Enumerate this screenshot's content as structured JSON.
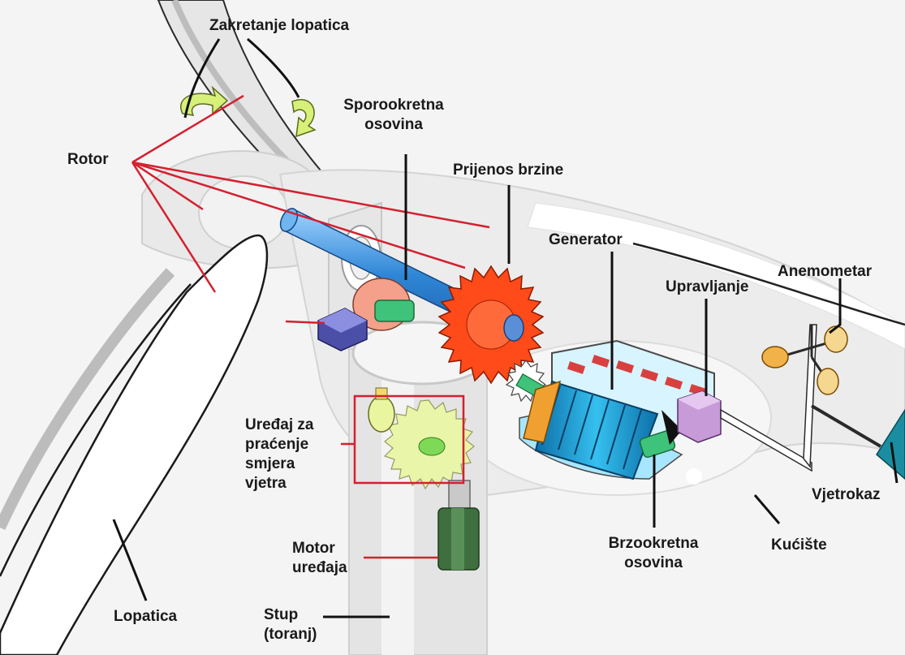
{
  "labels": {
    "zakretanje": "Zakretanje lopatica",
    "sporo": [
      "Sporookretna",
      "osovina"
    ],
    "rotor": "Rotor",
    "prijenos": "Prijenos brzine",
    "generator": "Generator",
    "anemometar": "Anemometar",
    "upravljanje": "Upravljanje",
    "uredaj": [
      "Uređaj za",
      "praćenje",
      "smjera",
      "vjetra"
    ],
    "vjetrokaz": "Vjetrokaz",
    "motor": [
      "Motor",
      "uređaja"
    ],
    "brzo": [
      "Brzookretna",
      "osovina"
    ],
    "kuciste": "Kućište",
    "lopatica": "Lopatica",
    "stup": [
      "Stup",
      "(toranj)"
    ]
  },
  "colors": {
    "leader_red": "#d42030",
    "leader_black": "#111111",
    "gear": "#ff4a1a",
    "shaft": "#2f86d6",
    "rotor_core": "#1ea3d8",
    "controller": "#c79ad8",
    "anemometer_cup": "#f2b24a",
    "vane": "#1a8ea0"
  }
}
